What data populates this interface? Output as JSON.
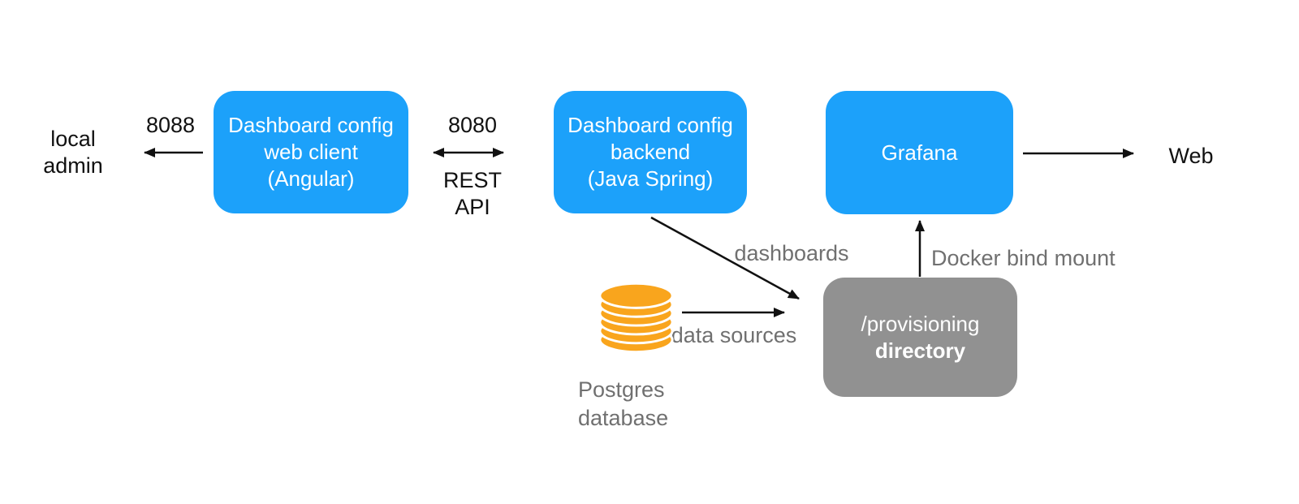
{
  "diagram": {
    "nodes": {
      "local_admin": {
        "lines": [
          "local",
          "admin"
        ]
      },
      "web_client": {
        "lines": [
          "Dashboard config",
          "web client",
          "(Angular)"
        ]
      },
      "backend": {
        "lines": [
          "Dashboard config",
          "backend",
          "(Java Spring)"
        ]
      },
      "grafana": {
        "label": "Grafana"
      },
      "web": {
        "label": "Web"
      },
      "provisioning_directory": {
        "path_line": "/provisioning",
        "bold_line": "directory"
      },
      "postgres_database": {
        "icon": "database-cylinder-icon",
        "lines": [
          "Postgres",
          "database"
        ]
      }
    },
    "edges": {
      "client_to_admin": {
        "label": "8088"
      },
      "client_backend": {
        "label": "8080",
        "sublabel_lines": [
          "REST",
          "API"
        ]
      },
      "backend_to_provisioning": {
        "label": "dashboards"
      },
      "postgres_to_provisioning": {
        "label": "data sources"
      },
      "provisioning_to_grafana": {
        "label": "Docker bind mount"
      }
    },
    "colors": {
      "node_blue": "#1CA1FA",
      "node_gray": "#919191",
      "node_text": "#FFFFFF",
      "edge_label_gray": "#707070",
      "arrow_black": "#111111",
      "database_orange": "#F9A51D",
      "background": "#FFFFFF"
    }
  }
}
